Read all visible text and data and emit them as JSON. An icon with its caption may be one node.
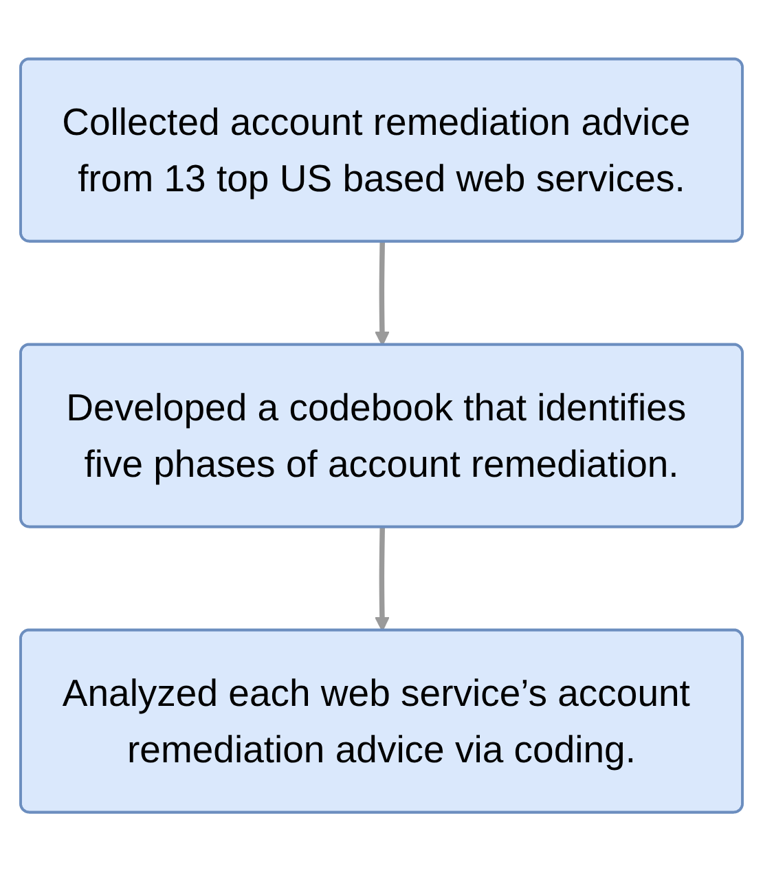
{
  "diagram": {
    "nodes": [
      {
        "text": [
          "Collected account remediation advice from 13 top US based web services."
        ]
      },
      {
        "text": [
          "Developed a codebook that identifies five phases of account remediation."
        ]
      },
      {
        "text": [
          "Analyzed each web service’s account remediation advice via coding."
        ]
      }
    ],
    "edges": [
      {
        "from": 0,
        "to": 1,
        "arrow": "to"
      },
      {
        "from": 1,
        "to": 2,
        "arrow": "to"
      }
    ]
  }
}
